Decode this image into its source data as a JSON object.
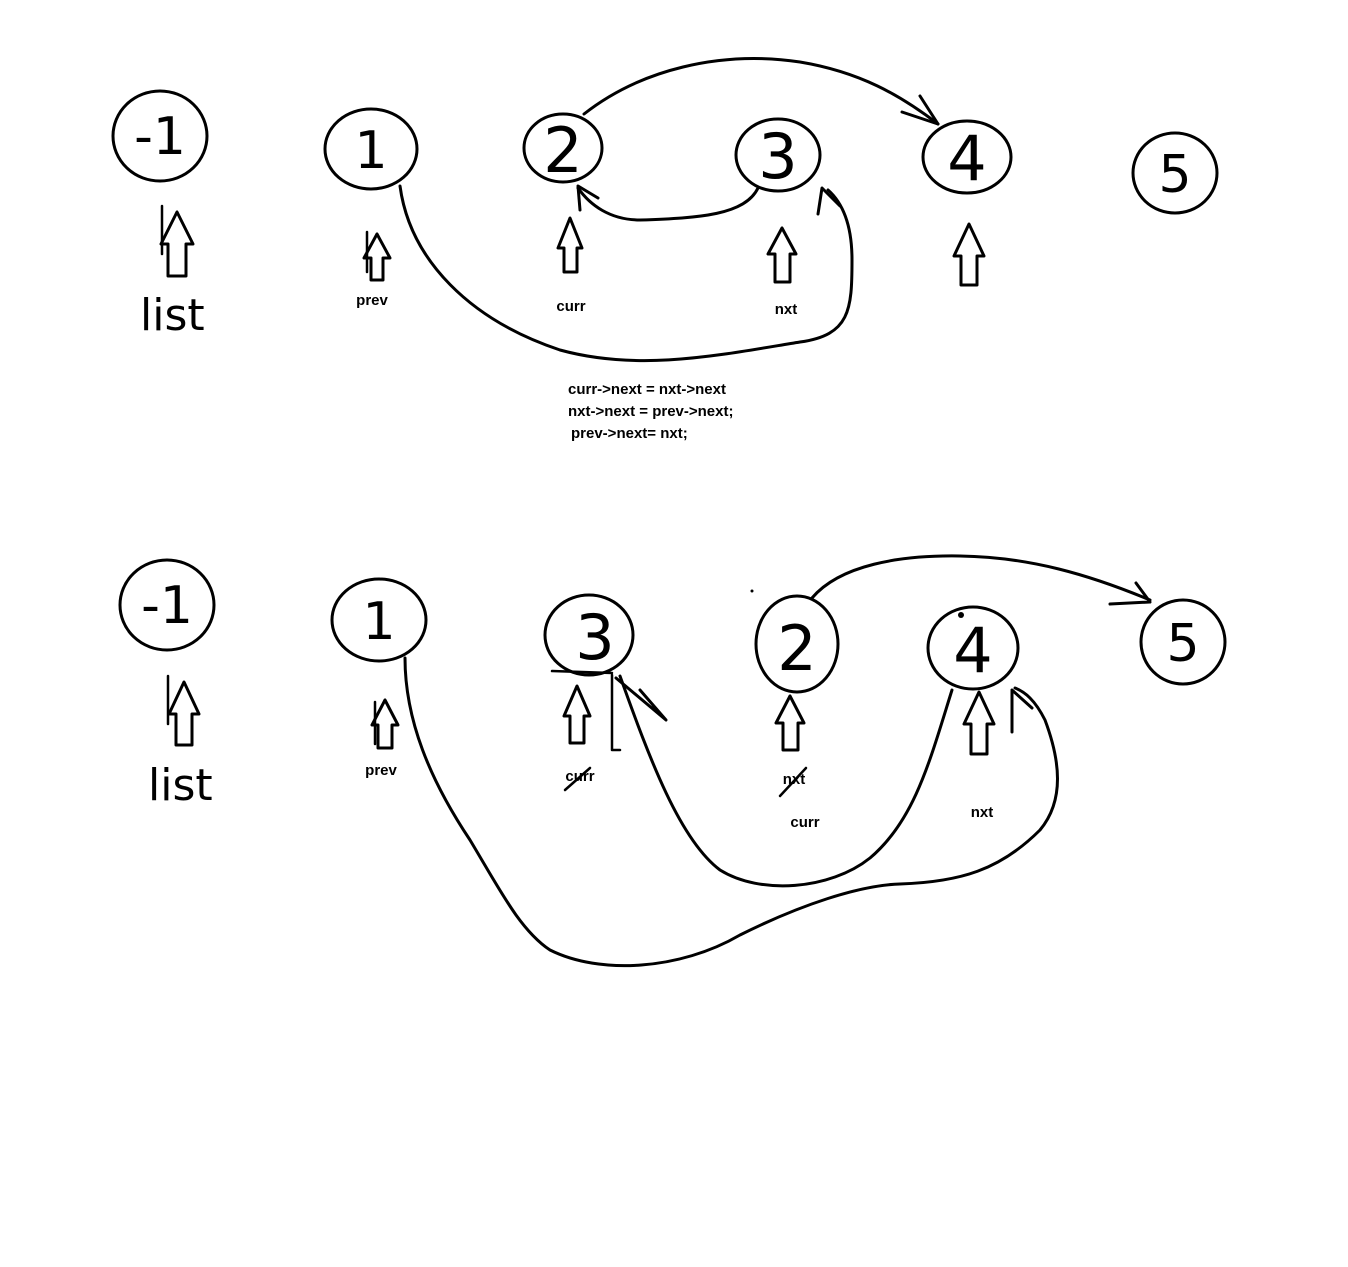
{
  "top": {
    "nodes": [
      {
        "value": "-1"
      },
      {
        "value": "1"
      },
      {
        "value": "2"
      },
      {
        "value": "3"
      },
      {
        "value": "4"
      },
      {
        "value": "5"
      }
    ],
    "pointers": {
      "list": "list",
      "prev": "prev",
      "curr": "curr",
      "nxt": "nxt"
    },
    "code": [
      "curr->next = nxt->next",
      "nxt->next = prev->next;",
      "prev->next= nxt;"
    ]
  },
  "bottom": {
    "nodes": [
      {
        "value": "-1"
      },
      {
        "value": "1"
      },
      {
        "value": "3"
      },
      {
        "value": "2"
      },
      {
        "value": "4"
      },
      {
        "value": "5"
      }
    ],
    "pointers": {
      "list": "list",
      "prev": "prev",
      "curr_struck": "curr",
      "nxt_struck": "nxt",
      "curr": "curr",
      "nxt": "nxt"
    }
  }
}
